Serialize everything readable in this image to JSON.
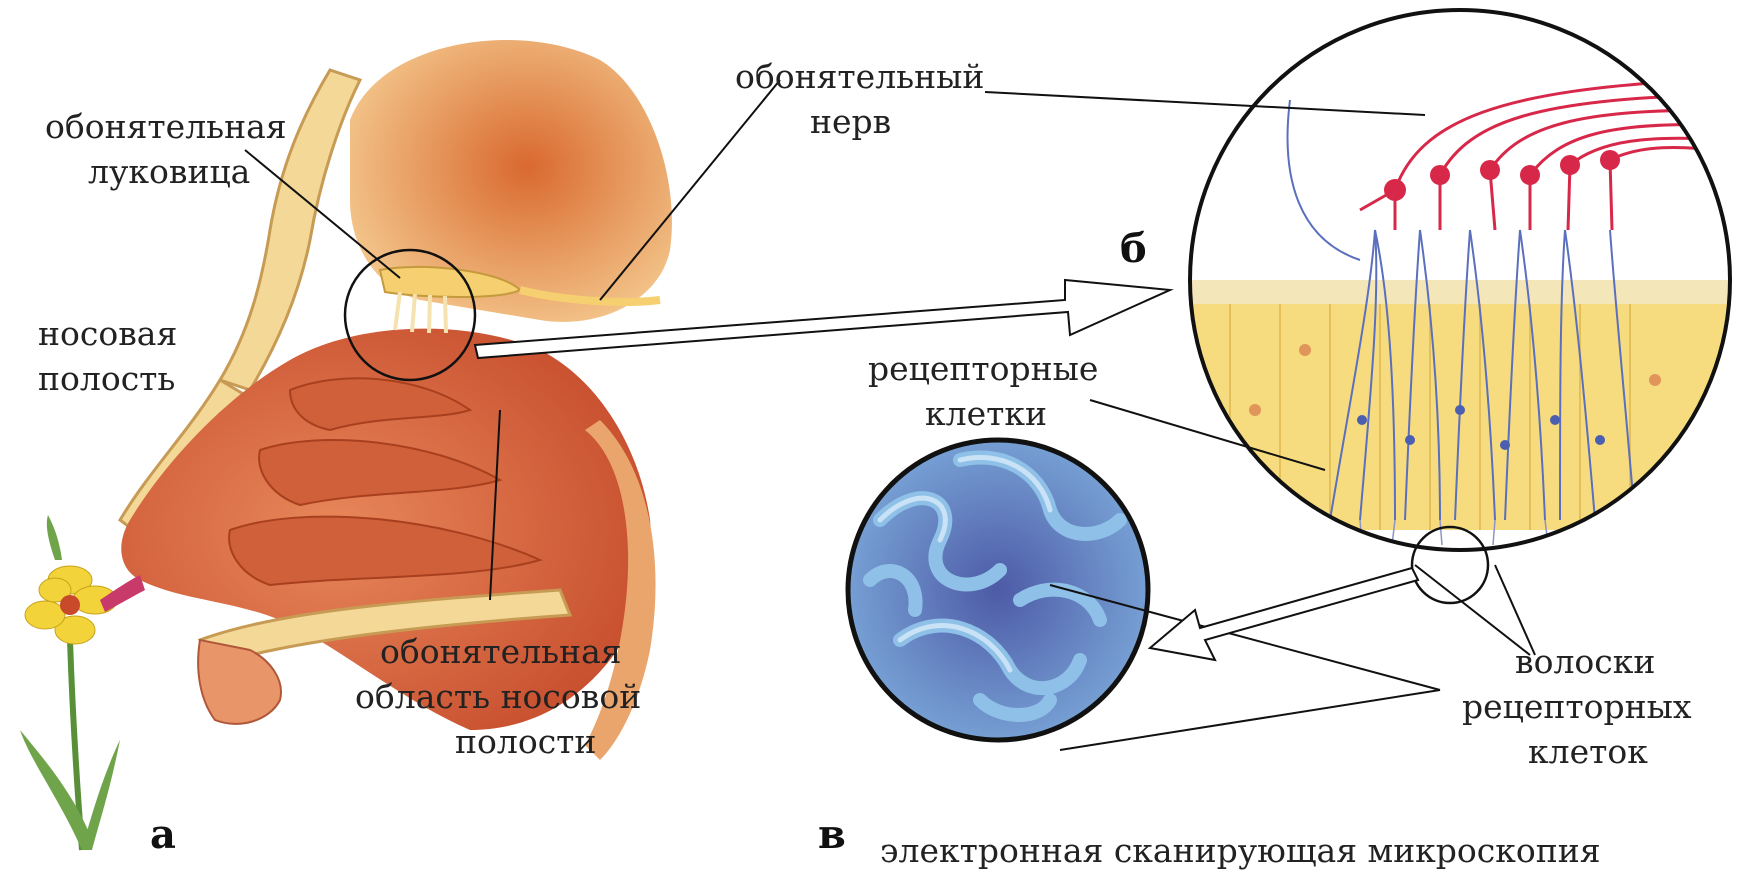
{
  "panels": {
    "a": "а",
    "b": "б",
    "v": "в"
  },
  "labels": {
    "olfactory_bulb": [
      "обонятельная",
      "луковица"
    ],
    "nasal_cavity": [
      "носовая",
      "полость"
    ],
    "olfactory_nerve": [
      "обонятельный",
      "нерв"
    ],
    "olfactory_area": [
      "обонятельная",
      "область носовой",
      "полости"
    ],
    "receptor_cells": [
      "рецепторные",
      "клетки"
    ],
    "receptor_hairs": [
      "волоски",
      "рецепторных",
      "клеток"
    ],
    "microscopy_caption": "электронная сканирующая микроскопия"
  },
  "colors": {
    "tissue_dark": "#c8512c",
    "tissue_mid": "#e07a4e",
    "brain": "#e9a35c",
    "bone": "#f3d898",
    "nerve_red": "#d8284a",
    "nerve_blue": "#5b6fbf",
    "epithelium": "#f6dc7e",
    "sem_blue": "#7fb4e0",
    "sem_bg": "#5d6fb0"
  }
}
